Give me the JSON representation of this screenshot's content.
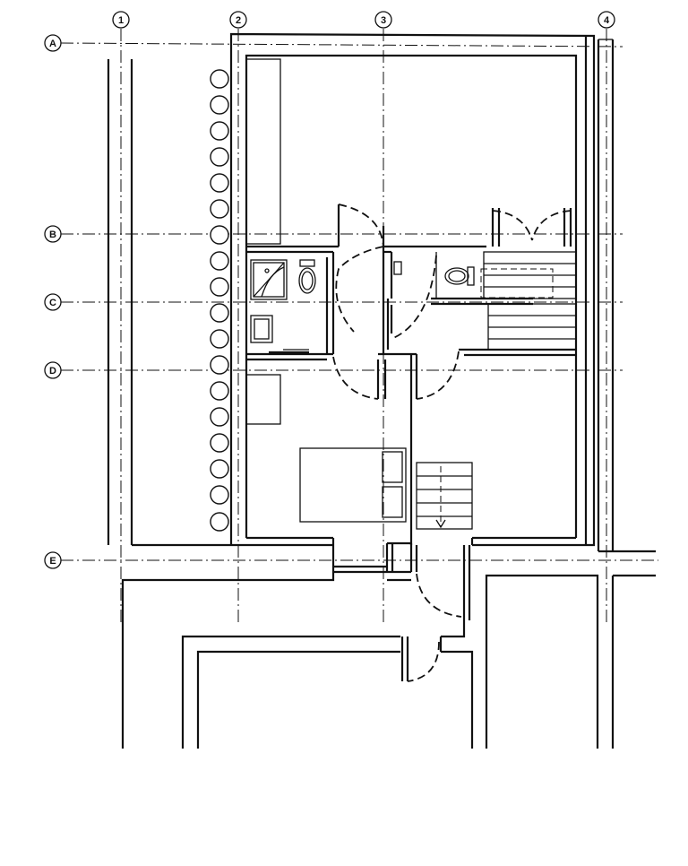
{
  "grid_columns": [
    "1",
    "2",
    "3",
    "4"
  ],
  "grid_rows": [
    "A",
    "B",
    "C",
    "D",
    "E"
  ],
  "line_color": "#111111",
  "background": "#ffffff",
  "icons": [
    "grid-bubble",
    "toilet-icon",
    "shower-icon",
    "bed-icon",
    "stair-icon",
    "door-swing-icon",
    "tree-icon"
  ]
}
